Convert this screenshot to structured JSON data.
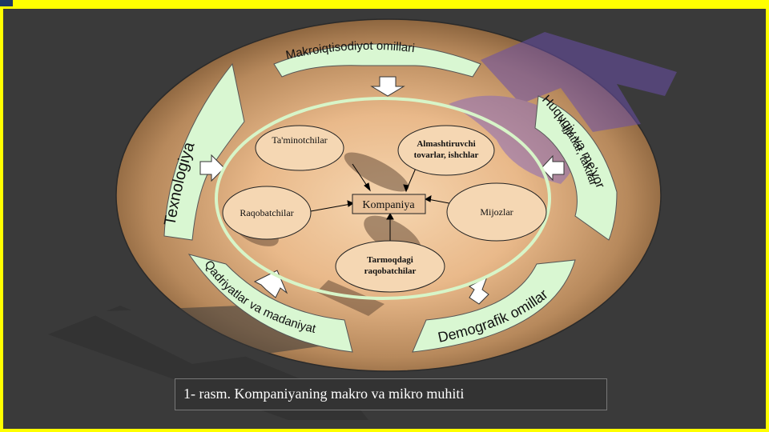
{
  "outer_ring": {
    "top": "Makroiqtisodiyot omillari",
    "left": "Texnologiya",
    "right": "Huquqiy va me'yoriy",
    "right_sub": "xujjatlar, taktlar",
    "bottom_left": "Qadriyatlar va madaniyat",
    "bottom_right": "Demografik omillar"
  },
  "inner": {
    "center": "Kompaniya",
    "suppliers": "Ta'minotchilar",
    "substitutes_line1": "Almashtiruvchi",
    "substitutes_line2": "tovarlar, ishchlar",
    "competitors": "Raqobatchilar",
    "customers": "Mijozlar",
    "industry_line1": "Tarmoqdagi",
    "industry_line2": "raqobatchilar"
  },
  "caption": "1- rasm. Kompaniyaning makro va mikro muhiti",
  "colors": {
    "frame": "#ffff00",
    "slide_bg": "#3a3a3a",
    "band_fill": "#d9f7d2",
    "ellipse_center": "#f5d2a8",
    "ellipse_edge": "#8a5f38",
    "watermark_purple": "#6a4fa8"
  },
  "icons": [
    "arrow-down-icon",
    "arrow-right-icon",
    "arrow-left-icon",
    "arrow-up-icon"
  ]
}
